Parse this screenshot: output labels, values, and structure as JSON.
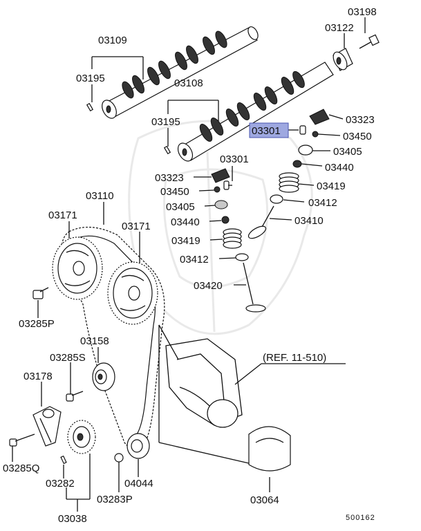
{
  "labels": {
    "l03198": "03198",
    "l03122": "03122",
    "l03109": "03109",
    "l03195a": "03195",
    "l03108": "03108",
    "l03195b": "03195",
    "l03323a": "03323",
    "l03301a": "03301",
    "l03450a": "03450",
    "l03405a": "03405",
    "l03440a": "03440",
    "l03419a": "03419",
    "l03412a": "03412",
    "l03410": "03410",
    "l03301b": "03301",
    "l03323b": "03323",
    "l03450b": "03450",
    "l03405b": "03405",
    "l03440b": "03440",
    "l03419b": "03419",
    "l03412b": "03412",
    "l03420": "03420",
    "l03110": "03110",
    "l03171a": "03171",
    "l03171b": "03171",
    "l03285P": "03285P",
    "l03158": "03158",
    "l03285S": "03285S",
    "l03178": "03178",
    "l03285Q": "03285Q",
    "l03282": "03282",
    "l03038": "03038",
    "l04044": "04044",
    "l03283P": "03283P",
    "l03064": "03064",
    "ref": "(REF. 11-510)",
    "diagram_no": "500162"
  },
  "highlight_color": "#9ea8e0"
}
